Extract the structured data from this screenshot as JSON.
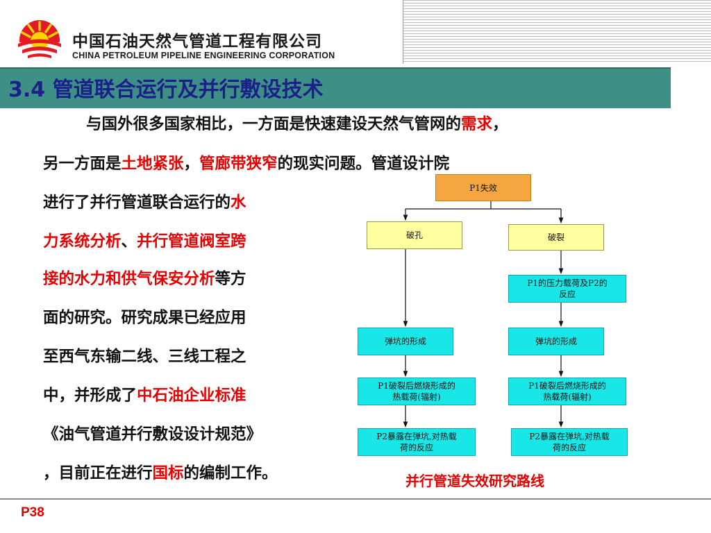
{
  "header": {
    "company_cn": "中国石油天然气管道工程有限公司",
    "company_en": "CHINA PETROLEUM PIPELINE ENGINEERING CORPORATION"
  },
  "section": {
    "title": "3.4 管道联合运行及并行敷设技术"
  },
  "body": {
    "line1": {
      "a": "与国外很多国家相比，一方面是快速建设天然气管网的",
      "b": "需求",
      "c": "，"
    },
    "line2": {
      "a": "另一方面是",
      "b": "土地紧张",
      "c": "，",
      "d": "管廊带狭窄",
      "e": "的现实问题。管道设计院"
    },
    "line3": {
      "a": "进行了并行管道联合运行的",
      "b": "水"
    },
    "line4": {
      "a": "力系统分析",
      "b": "、",
      "c": "并行管道阀室跨"
    },
    "line5": {
      "a": "接的水力和供气保安分析",
      "b": "等方"
    },
    "line6": "面的研究。研究成果已经应用",
    "line7": "至西气东输二线、三线工程之",
    "line8": {
      "a": "中，并形成了",
      "b": "中石油企业标准"
    },
    "line9": "《油气管道并行敷设设计规范》",
    "line10": {
      "a": "，目前正在进行",
      "b": "国标",
      "c": "的编制工作。"
    }
  },
  "flowchart": {
    "root": "P1失效",
    "left": {
      "head": "破孔",
      "step1": "弹坑的形成",
      "step2_l1": "P1破裂后燃烧形成的",
      "step2_l2": "热载荷(辐射)",
      "step3_l1": "P2暴露在弹坑,对热载",
      "step3_l2": "荷的反应"
    },
    "right": {
      "head": "破裂",
      "step0_l1": "P1的压力载荷及P2的",
      "step0_l2": "反应",
      "step1": "弹坑的形成",
      "step2_l1": "P1破裂后燃烧形成的",
      "step2_l2": "热载荷(辐射)",
      "step3_l1": "P2暴露在弹坑,对热载",
      "step3_l2": "荷的反应"
    },
    "caption": "并行管道失效研究路线"
  },
  "footer": {
    "page": "P38"
  },
  "colors": {
    "banner": "#3e8f85",
    "title": "#1b1f8a",
    "highlight": "#e60000",
    "box_orange": "#f5a640",
    "box_yellow": "#ffffa0",
    "box_cyan": "#19e6e6"
  }
}
